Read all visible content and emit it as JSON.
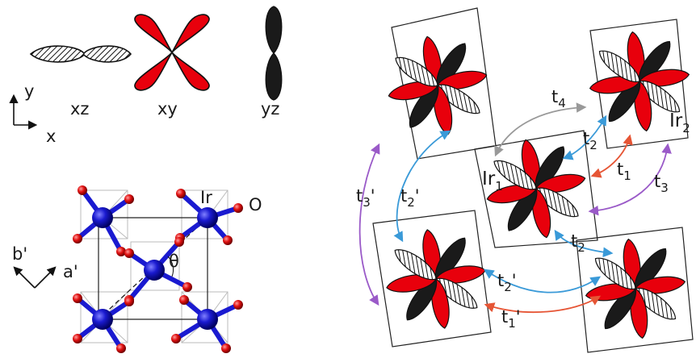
{
  "orbitals": [
    {
      "label": "xz",
      "style": "hatched"
    },
    {
      "label": "xy",
      "style": "red"
    },
    {
      "label": "yz",
      "style": "black"
    }
  ],
  "axes": {
    "x": "x",
    "y": "y"
  },
  "lattice": {
    "ir": "Ir",
    "o": "O",
    "theta": "θ",
    "a_prime": "a'",
    "b_prime": "b'"
  },
  "hopping": {
    "sites": {
      "ir1": {
        "main": "Ir",
        "sub": "1"
      },
      "ir2": {
        "main": "Ir",
        "sub": "2"
      }
    },
    "labels": {
      "t1": {
        "main": "t",
        "sub": "1"
      },
      "t2_upper": {
        "main": "t",
        "sub": "2"
      },
      "t2_lower": {
        "main": "t",
        "sub": "2"
      },
      "t3": {
        "main": "t",
        "sub": "3"
      },
      "t4": {
        "main": "t",
        "sub": "4"
      },
      "t1p": {
        "main": "t",
        "sub": "1",
        "prime": "'"
      },
      "t2p_left": {
        "main": "t",
        "sub": "2",
        "prime": "'"
      },
      "t2p_lower": {
        "main": "t",
        "sub": "2",
        "prime": "'"
      },
      "t3p": {
        "main": "t",
        "sub": "3",
        "prime": "'"
      }
    }
  },
  "colors": {
    "red_lobe": "#e8000c",
    "black_lobe": "#1a1a1a",
    "ir_atom": "#1a1ad0",
    "o_atom": "#e01010",
    "arrow_t1": "#e65535",
    "arrow_t2": "#3a9ad8",
    "arrow_t3": "#9a5ac8",
    "arrow_t4": "#999999"
  }
}
